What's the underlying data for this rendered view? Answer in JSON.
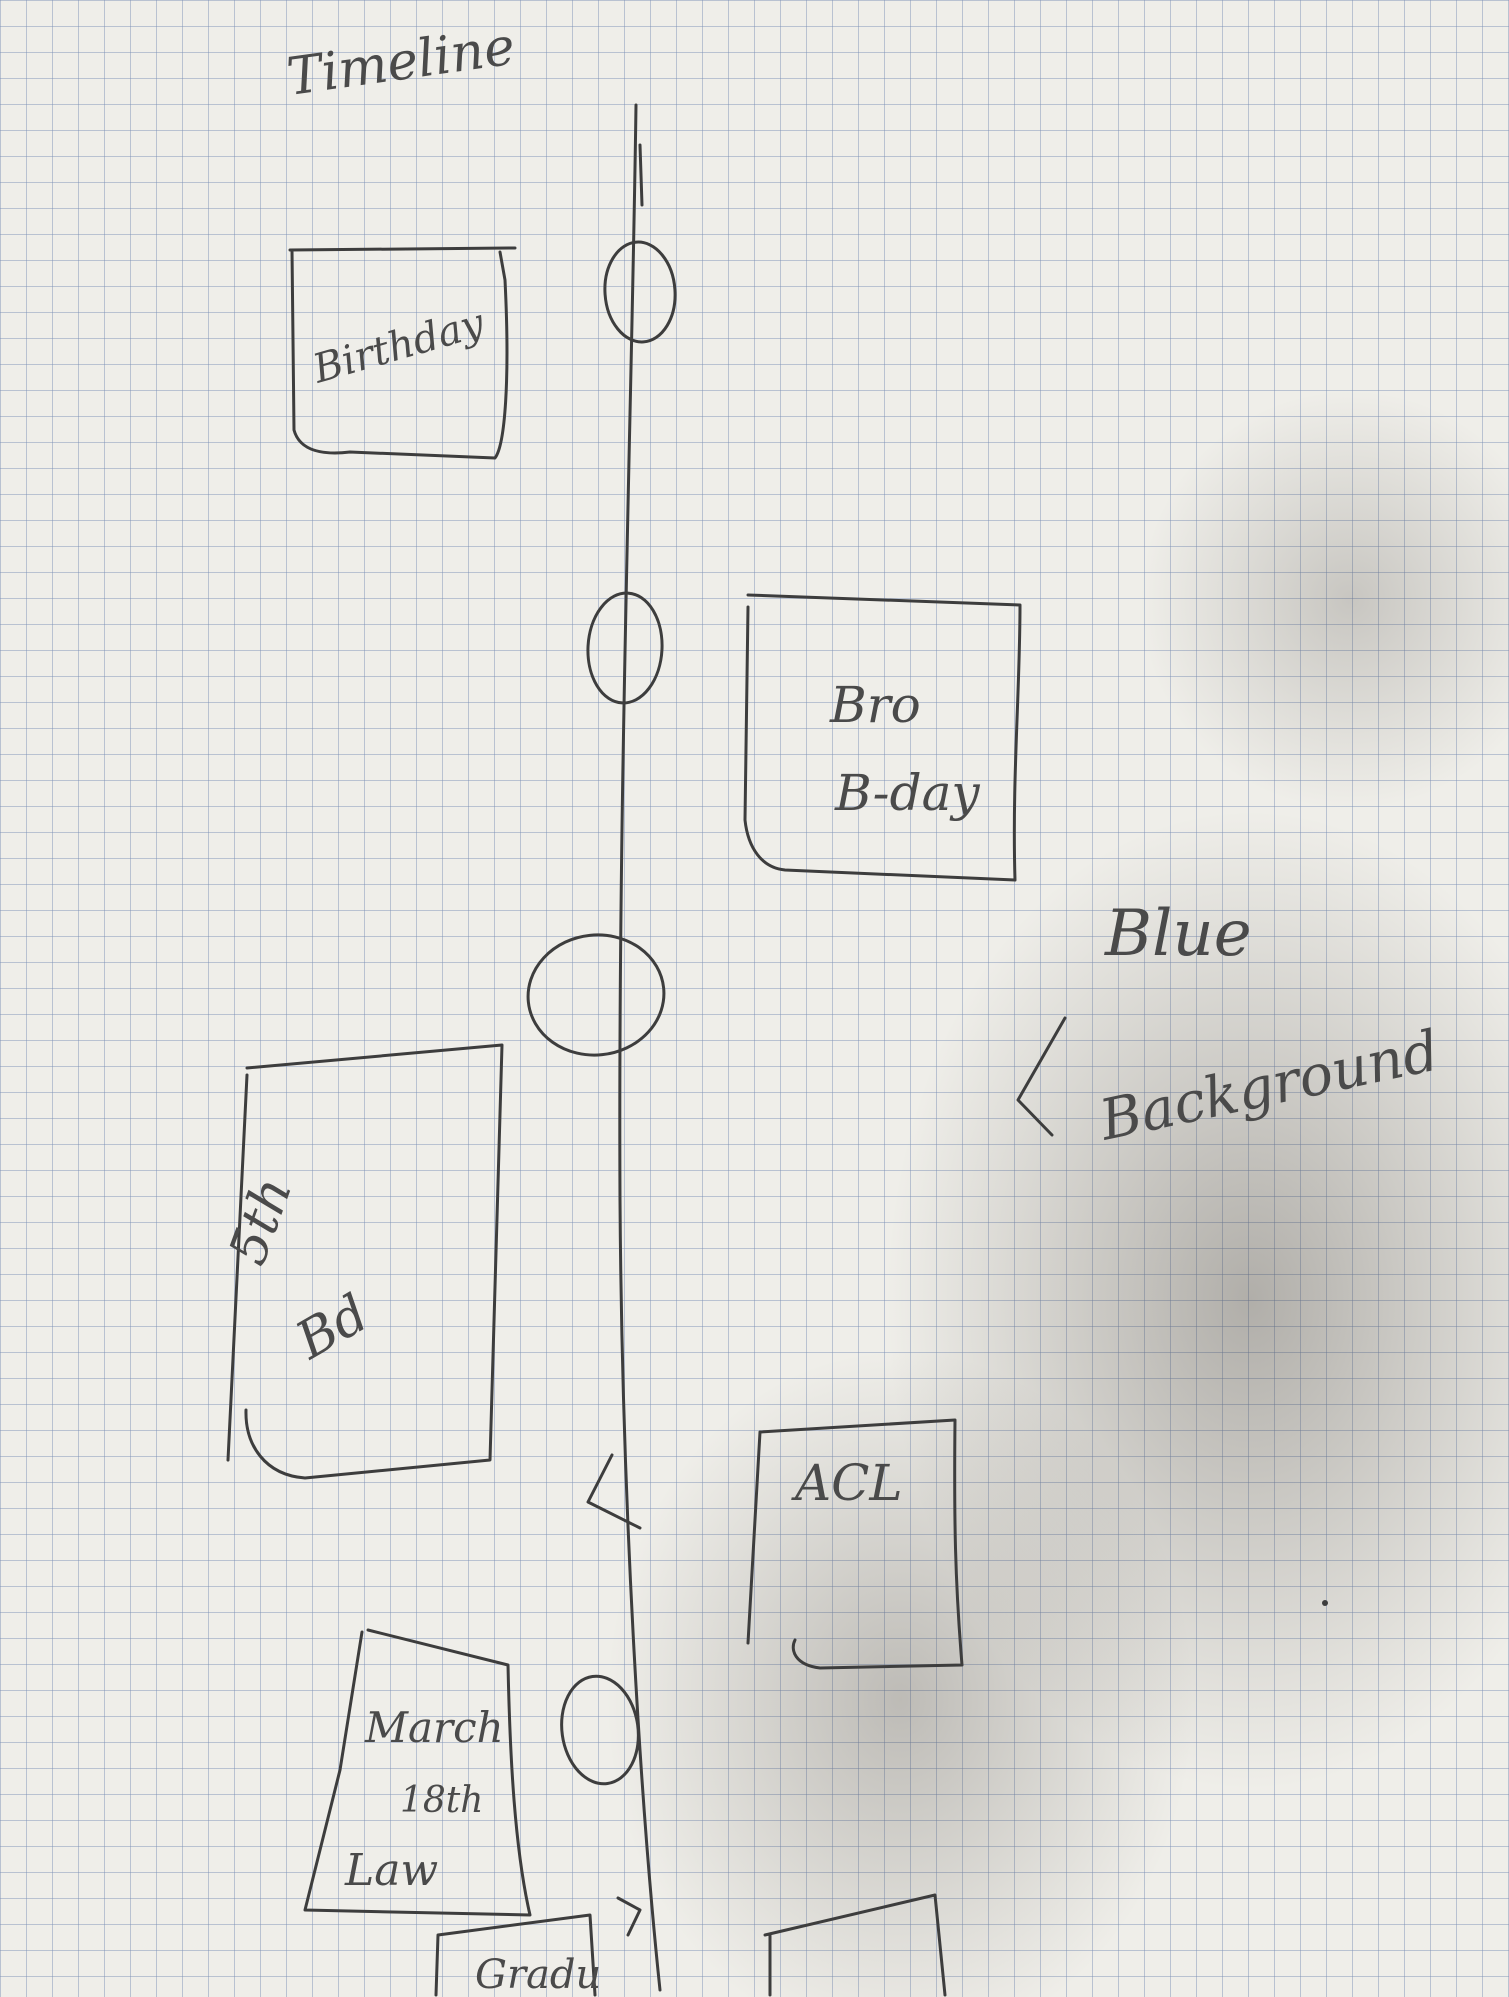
{
  "title": "Timeline",
  "cards": [
    {
      "id": "birthday",
      "label_lines": [
        "Birthday"
      ]
    },
    {
      "id": "bro-bday",
      "label_lines": [
        "Bro",
        "B-day"
      ]
    },
    {
      "id": "5th-bd",
      "label_lines": [
        "5th",
        "Bd"
      ]
    },
    {
      "id": "acl",
      "label_lines": [
        "ACL"
      ]
    },
    {
      "id": "march-18th",
      "label_lines": [
        "March",
        "18th",
        "Law"
      ]
    },
    {
      "id": "grad",
      "label_lines": [
        "Gradu"
      ]
    }
  ],
  "notes": {
    "line1": "Blue",
    "line2": "Background"
  },
  "colors": {
    "paper": "#efeee9",
    "grid": "#7f8fb8",
    "pencil": "#3d3d3d"
  }
}
